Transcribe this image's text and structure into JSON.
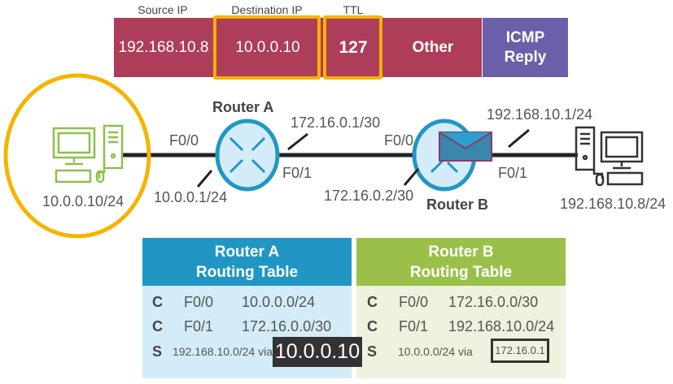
{
  "packet": {
    "headers": {
      "source": "Source IP",
      "destination": "Destination IP",
      "ttl": "TTL"
    },
    "source_ip": "192.168.10.8",
    "destination_ip": "10.0.0.10",
    "ttl": "127",
    "other": "Other",
    "payload": [
      "ICMP",
      "Reply"
    ]
  },
  "network": {
    "host_left_ip": "10.0.0.10/24",
    "host_right_ip": "192.168.10.8/24",
    "router_a": {
      "name": "Router A",
      "f0_0": "F0/0",
      "f0_1": "F0/1",
      "ip_f0_0": "10.0.0.1/24",
      "ip_f0_1": "172.16.0.1/30"
    },
    "router_b": {
      "name": "Router B",
      "f0_0": "F0/0",
      "f0_1": "F0/1",
      "ip_f0_0": "172.16.0.2/30",
      "ip_f0_1": "192.168.10.1/24"
    }
  },
  "tables": {
    "a": {
      "title": [
        "Router A",
        "Routing Table"
      ],
      "rows": [
        {
          "code": "C",
          "iface": "F0/0",
          "net": "10.0.0.0/24"
        },
        {
          "code": "C",
          "iface": "F0/1",
          "net": "172.16.0.0/30"
        },
        {
          "code": "S",
          "route": "192.168.10.0/24 via",
          "next_hop": "10.0.0.10"
        }
      ]
    },
    "b": {
      "title": [
        "Router B",
        "Routing Table"
      ],
      "rows": [
        {
          "code": "C",
          "iface": "F0/0",
          "net": "172.16.0.0/30"
        },
        {
          "code": "C",
          "iface": "F0/1",
          "net": "192.168.10.0/24"
        },
        {
          "code": "S",
          "route": "10.0.0.0/24 via",
          "next_hop": "172.16.0.1"
        }
      ]
    }
  },
  "colors": {
    "packet_red": "#ae3d5a",
    "packet_purple": "#6a5fa8",
    "highlight": "#f5b400",
    "table_a": "#2196c4",
    "table_b": "#9bc04a"
  }
}
